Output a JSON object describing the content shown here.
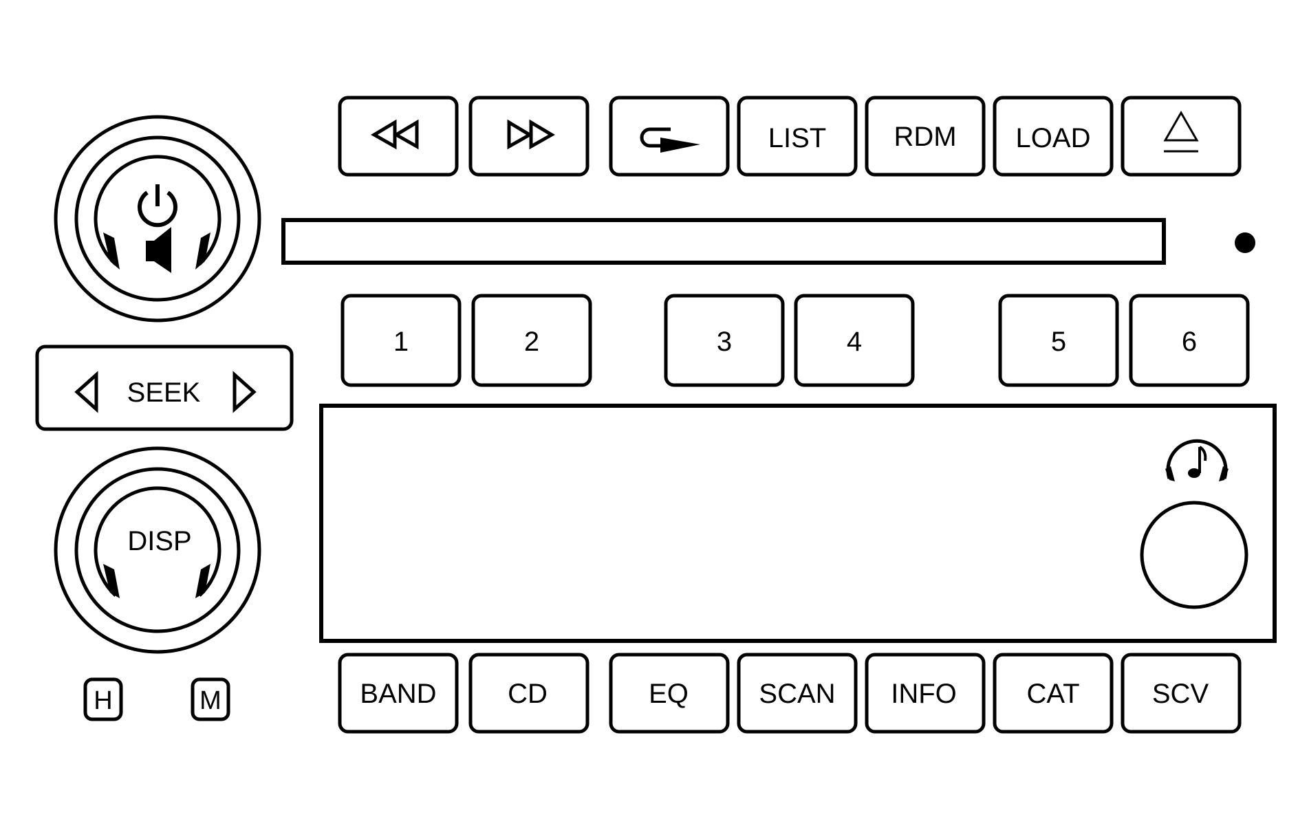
{
  "transport_buttons": [
    {
      "icon": "rewind-icon"
    },
    {
      "icon": "fast-forward-icon"
    },
    {
      "icon": "repeat-play-icon"
    },
    {
      "label": "LIST"
    },
    {
      "label": "RDM"
    },
    {
      "label": "LOAD"
    },
    {
      "icon": "eject-icon"
    }
  ],
  "presets": [
    "1",
    "2",
    "3",
    "4",
    "5",
    "6"
  ],
  "seek": {
    "label": "SEEK"
  },
  "power_volume_knob": {
    "icons": [
      "power-icon",
      "speaker-icon"
    ]
  },
  "display_knob": {
    "label": "DISP"
  },
  "indicators": {
    "h": "H",
    "m": "M"
  },
  "tone_knob": {
    "icon": "music-note-icon"
  },
  "bottom_buttons": [
    "BAND",
    "CD",
    "EQ",
    "SCAN",
    "INFO",
    "CAT",
    "SCV"
  ],
  "colors": {
    "line": "#000000",
    "background": "#ffffff"
  }
}
